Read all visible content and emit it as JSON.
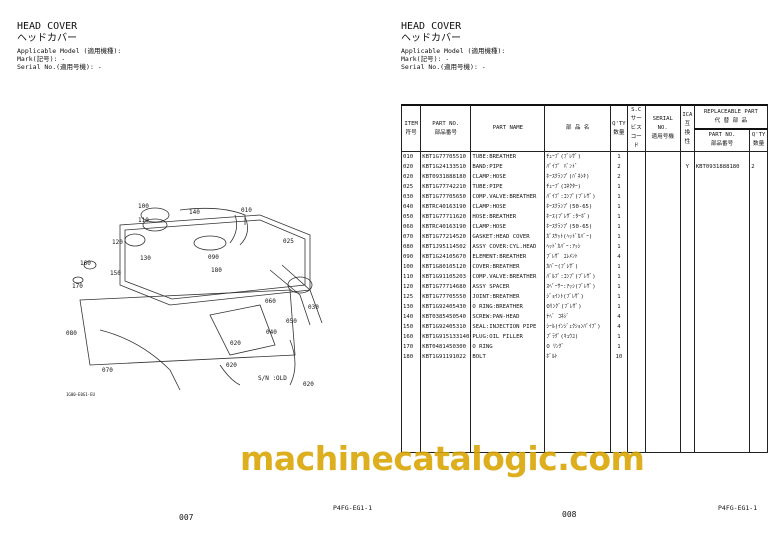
{
  "left": {
    "title_en": "HEAD COVER",
    "title_jp": "ヘッドカバー",
    "model": "Applicable Model (適用機種):",
    "mark": "Mark(記号): -",
    "serial": "Serial No.(適用号機): -",
    "code": "P4FG-EG1-1",
    "page": "007",
    "callouts": [
      "100",
      "140",
      "010",
      "110",
      "120",
      "025",
      "130",
      "090",
      "160",
      "150",
      "180",
      "170",
      "030",
      "040",
      "050",
      "060",
      "080",
      "070",
      "020",
      "020",
      "020"
    ],
    "sn_note": "S/N :OLD",
    "drawing_id": "1G00-E0G1-EU"
  },
  "right": {
    "title_en": "HEAD COVER",
    "title_jp": "ヘッドカバー",
    "model": "Applicable Model (適用機種):",
    "mark": "Mark(記号): -",
    "serial": "Serial No.(適用号機): -",
    "code": "P4FG-EG1-1",
    "page": "008"
  },
  "table": {
    "headers": {
      "item": "ITEM",
      "item_jp": "符号",
      "partno": "PART NO.",
      "partno_jp": "部品番号",
      "name": "PART NAME",
      "name_jp": "部 品 名",
      "qty": "Q'TY",
      "qty_jp": "数量",
      "sc": "S.C",
      "sc_jp": "サービス",
      "sc_jp2": "コード",
      "serial": "SERIAL NO.",
      "serial_jp": "適用号機",
      "ica": "ICA",
      "ica_jp": "互換性",
      "rep": "REPLACEABLE PART",
      "rep_jp": "代 替 部 品",
      "rep_partno": "PART NO.",
      "rep_partno_jp": "部品番号",
      "rep_qty": "Q'TY",
      "rep_qty_jp": "数量"
    },
    "rows": [
      [
        "010",
        "KBT1G77705510",
        "TUBE:BREATHER",
        "ﾁｭｰﾌﾞ(ﾌﾞﾚｻﾞ)",
        "1",
        "",
        "",
        "",
        "",
        ""
      ],
      [
        "020",
        "KBT1G24133510",
        "BAND:PIPE",
        "ﾊﾟｲﾌﾟ ﾊﾞﾝﾄﾞ",
        "2",
        "",
        "",
        "Y",
        "KBT0931888180",
        "2"
      ],
      [
        "020",
        "KBT0931888180",
        "CLAMP:HOSE",
        "ﾎｰｽｸﾗﾝﾌﾟ(ﾊﾞﾈｼｷ)",
        "2",
        "",
        "",
        "",
        "",
        ""
      ],
      [
        "025",
        "KBT1G77742210",
        "TUBE:PIPE",
        "ﾁｭｰﾌﾞ(ｺﾈｸﾀｰ)",
        "1",
        "",
        "",
        "",
        "",
        ""
      ],
      [
        "030",
        "KBT1G77705650",
        "COMP.VALVE:BREATHER",
        "ﾊﾞｲﾌﾞ:ｺﾝﾌﾟ(ﾌﾞﾚｻﾞ)",
        "1",
        "",
        "",
        "",
        "",
        ""
      ],
      [
        "040",
        "KBTRC40163190",
        "CLAMP:HOSE",
        "ﾎｰｽｸﾗﾝﾌﾟ(50-65)",
        "1",
        "",
        "",
        "",
        "",
        ""
      ],
      [
        "050",
        "KBT1G77711620",
        "HOSE:BREATHER",
        "ﾎｰｽ(ﾌﾞﾚｻﾞ:ﾀｰﾎﾞ)",
        "1",
        "",
        "",
        "",
        "",
        ""
      ],
      [
        "060",
        "KBTRC40163190",
        "CLAMP:HOSE",
        "ﾎｰｽｸﾗﾝﾌﾟ(50-65)",
        "1",
        "",
        "",
        "",
        "",
        ""
      ],
      [
        "070",
        "KBT1G77214520",
        "GASKET:HEAD COVER",
        "ｶﾞｽｹｯﾄ(ﾍｯﾄﾞｶﾊﾞｰ)",
        "1",
        "",
        "",
        "",
        "",
        ""
      ],
      [
        "080",
        "KBT1J95114502",
        "ASSY COVER:CYL.HEAD",
        "ﾍｯﾄﾞｶﾊﾞｰ:ｱｯｼ",
        "1",
        "",
        "",
        "",
        "",
        ""
      ],
      [
        "090",
        "KBT1G24105670",
        "ELEMENT:BREATHER",
        "ﾌﾞﾚｻﾞ ｴﾚﾒﾝﾄ",
        "4",
        "",
        "",
        "",
        "",
        ""
      ],
      [
        "100",
        "KBT1G80105120",
        "COVER:BREATHER",
        "ｶﾊﾞｰ(ﾌﾞﾚｻﾞ)",
        "1",
        "",
        "",
        "",
        "",
        ""
      ],
      [
        "110",
        "KBT1G91105203",
        "COMP.VALVE:BREATHER",
        "ﾊﾞﾙﾌﾞ:ｺﾝﾌﾟ(ﾌﾞﾚｻﾞ)",
        "1",
        "",
        "",
        "",
        "",
        ""
      ],
      [
        "120",
        "KBT1G77714680",
        "ASSY SPACER",
        "ｽﾍﾟｰｻｰ:ｱｯｼ(ﾌﾞﾚｻﾞ)",
        "1",
        "",
        "",
        "",
        "",
        ""
      ],
      [
        "125",
        "KBT1G77705550",
        "JOINT:BREATHER",
        "ｼﾞｮｲﾝﾄ(ﾌﾞﾚｻﾞ)",
        "1",
        "",
        "",
        "",
        "",
        ""
      ],
      [
        "130",
        "KBT1G92405430",
        "O RING:BREATHER",
        "Oﾘﾝｸﾞ(ﾌﾞﾚｻﾞ)",
        "1",
        "",
        "",
        "",
        "",
        ""
      ],
      [
        "140",
        "KBT0385450540",
        "SCREW:PAN-HEAD",
        "ﾅﾍﾞ ｺﾈｼﾞ",
        "4",
        "",
        "",
        "",
        "",
        ""
      ],
      [
        "150",
        "KBT1G92405310",
        "SEAL:INJECTION PIPE",
        "ｼｰﾙ(ｲﾝｼﾞｪｸｼｮﾝﾊﾟｲﾌﾟ)",
        "4",
        "",
        "",
        "",
        "",
        ""
      ],
      [
        "160",
        "KBT1G915133140",
        "PLUG:OIL FILLER",
        "ﾌﾟﾗｸﾞ(ｷｭｳﾕ)",
        "1",
        "",
        "",
        "",
        "",
        ""
      ],
      [
        "170",
        "KBT0481450300",
        "O RING",
        "O ﾘﾝｸﾞ",
        "1",
        "",
        "",
        "",
        "",
        ""
      ],
      [
        "180",
        "KBT1G91191022",
        "BOLT",
        "ﾎﾞﾙﾄ",
        "10",
        "",
        "",
        "",
        "",
        ""
      ]
    ]
  },
  "watermark": "machinecatalogic.com"
}
